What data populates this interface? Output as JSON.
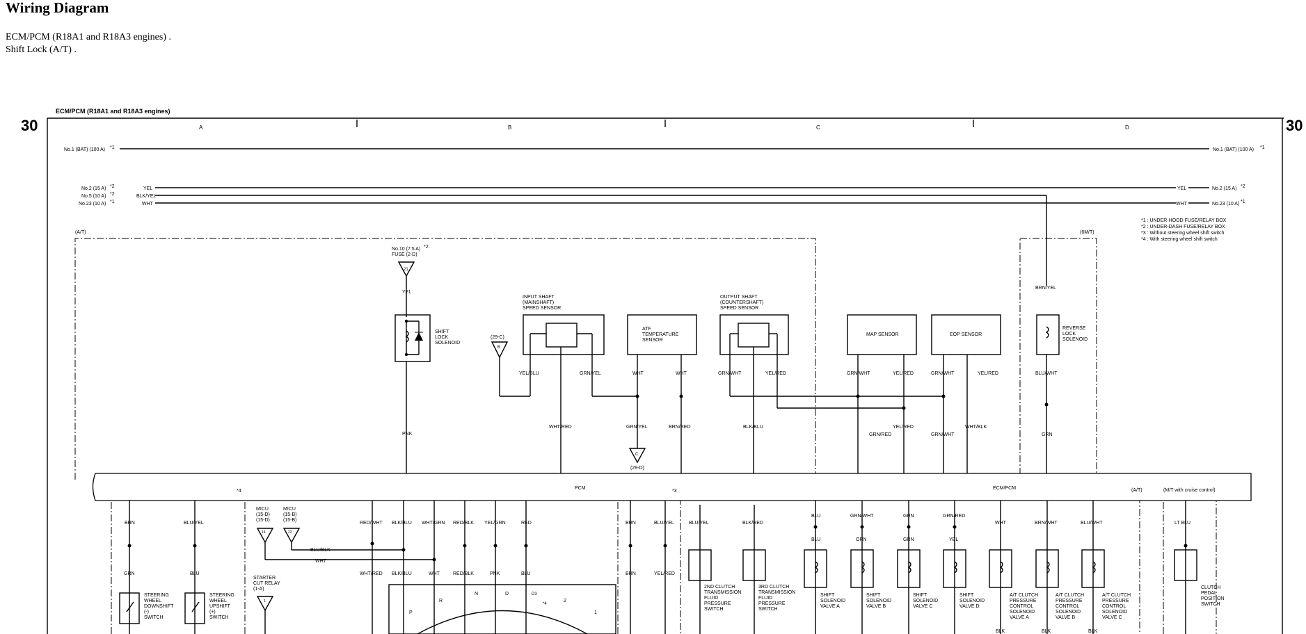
{
  "page": {
    "title": "Wiring Diagram",
    "links": [
      "ECM/PCM (R18A1 and R18A3 engines) .",
      "Shift Lock (A/T) ."
    ]
  },
  "diagram": {
    "caption": "ECM/PCM (R18A1 and R18A3 engines)",
    "page_number": "30",
    "grid_columns": [
      "A",
      "B",
      "C",
      "D"
    ],
    "fuses": {
      "left_no1": "No.1 (BAT) (100 A)",
      "right_no1": "No.1 (BAT) (100 A)",
      "left_no2": "No.2 (15 A)",
      "left_no5": "No.5 (10 A)",
      "left_no23": "No.23 (10 A)",
      "right_no2": "No.2 (15 A)",
      "right_no23": "No.23 (10 A)",
      "no10": "No.10 (7.5 A)",
      "no10_fuse": "FUSE (2-D)",
      "no10_pin": "21",
      "star1": "*1",
      "star2": "*2"
    },
    "wire_colors": {
      "yel": "YEL",
      "blkyel": "BLK/YEL",
      "wht": "WHT",
      "pnk": "PNK",
      "brnyel": "BRN/YEL",
      "yelblu": "YEL/BLU",
      "grnyel": "GRN/YEL",
      "whtred": "WHT/RED",
      "brnred": "BRN/RED",
      "grnwht": "GRN/WHT",
      "yelred": "YEL/RED",
      "blkblu": "BLK/BLU",
      "grnred": "GRN/RED",
      "whtblk": "WHT/BLK",
      "bluwht": "BLU/WHT",
      "grn": "GRN",
      "brn": "BRN",
      "bluyel": "BLU/YEL",
      "blu": "BLU",
      "blublk": "BLU/BLK",
      "redwht": "RED/WHT",
      "blkblu2": "BLK/BLU",
      "whtgrn": "WHT/GRN",
      "redblk": "RED/BLK",
      "yelgrn": "YEL/GRN",
      "red": "RED",
      "blkred": "BLK/RED",
      "orn": "ORN",
      "brnwht": "BRN/WHT",
      "ltblu": "LT BLU",
      "blk": "BLK",
      "blkblu_t": "BLK/BLU"
    },
    "notes": [
      "*1 : UNDER-HOOD FUSE/RELAY BOX",
      "*2 : UNDER-DASH FUSE/RELAY BOX",
      "*3 : Without steering wheel shift switch",
      "*4 : With steering wheel shift switch"
    ],
    "boxes": {
      "at": "(A/T)",
      "mt6": "(6M/T)",
      "at2": "(A/T)",
      "mt_cruise": "(M/T with cruise control)",
      "star4": "*4",
      "star3": "*3"
    },
    "components": {
      "shift_lock": [
        "SHIFT",
        "LOCK",
        "SOLENOID"
      ],
      "input_shaft": [
        "INPUT SHAFT",
        "(MAINSHAFT)",
        "SPEED SENSOR"
      ],
      "atf_temp": [
        "ATF",
        "TEMPERATURE",
        "SENSOR"
      ],
      "output_shaft": [
        "OUTPUT SHAFT",
        "(COUNTERSHAFT)",
        "SPEED SENSOR"
      ],
      "map_sensor": "MAP SENSOR",
      "eop_sensor": "EOP SENSOR",
      "reverse_lock": [
        "REVERSE",
        "LOCK",
        "SOLENOID"
      ],
      "pcm": "PCM",
      "ecm_pcm": "ECM/PCM",
      "ref_29c_top": "(29-C)",
      "ref_29c_pin": "B",
      "ref_29d": "(29-D)",
      "ref_29d_pin": "C",
      "micu1": [
        "MICU",
        "(15-D)",
        "(15-D)"
      ],
      "micu1_pin": "14",
      "micu2": [
        "MICU",
        "(15-B)",
        "(15-B)"
      ],
      "micu2_pin": "22",
      "starter": [
        "STARTER",
        "CUT RELAY",
        "(1-A)"
      ],
      "starter_pin": "1",
      "sw_down": [
        "STEERING",
        "WHEEL",
        "DOWNSHIFT",
        "(-)",
        "SWITCH"
      ],
      "sw_up": [
        "STEERING",
        "WHEEL",
        "UPSHIFT",
        "(+)",
        "SWITCH"
      ],
      "clutch2": [
        "2ND CLUTCH",
        "TRANSMISSION",
        "FLUID",
        "PRESSURE",
        "SWITCH"
      ],
      "clutch3": [
        "3RD CLUTCH",
        "TRANSMISSION",
        "FLUID",
        "PRESSURE",
        "SWITCH"
      ],
      "sol_a": [
        "SHIFT",
        "SOLENOID",
        "VALVE A"
      ],
      "sol_b": [
        "SHIFT",
        "SOLENOID",
        "VALVE B"
      ],
      "sol_c": [
        "SHIFT",
        "SOLENOID",
        "VALVE C"
      ],
      "sol_d": [
        "SHIFT",
        "SOLENOID",
        "VALVE D"
      ],
      "atc_a": [
        "A/T CLUTCH",
        "PRESSURE",
        "CONTROL",
        "SOLENOID",
        "VALVE A"
      ],
      "atc_b": [
        "A/T CLUTCH",
        "PRESSURE",
        "CONTROL",
        "SOLENOID",
        "VALVE B"
      ],
      "atc_c": [
        "A/T CLUTCH",
        "PRESSURE",
        "CONTROL",
        "SOLENOID",
        "VALVE C"
      ],
      "clutch_pedal": [
        "CLUTCH",
        "PEDAL",
        "POSITION",
        "SWITCH"
      ],
      "range_marks": [
        "P",
        "R",
        "N",
        "D",
        "D3",
        "2",
        "1"
      ],
      "range_star": "*4"
    }
  }
}
